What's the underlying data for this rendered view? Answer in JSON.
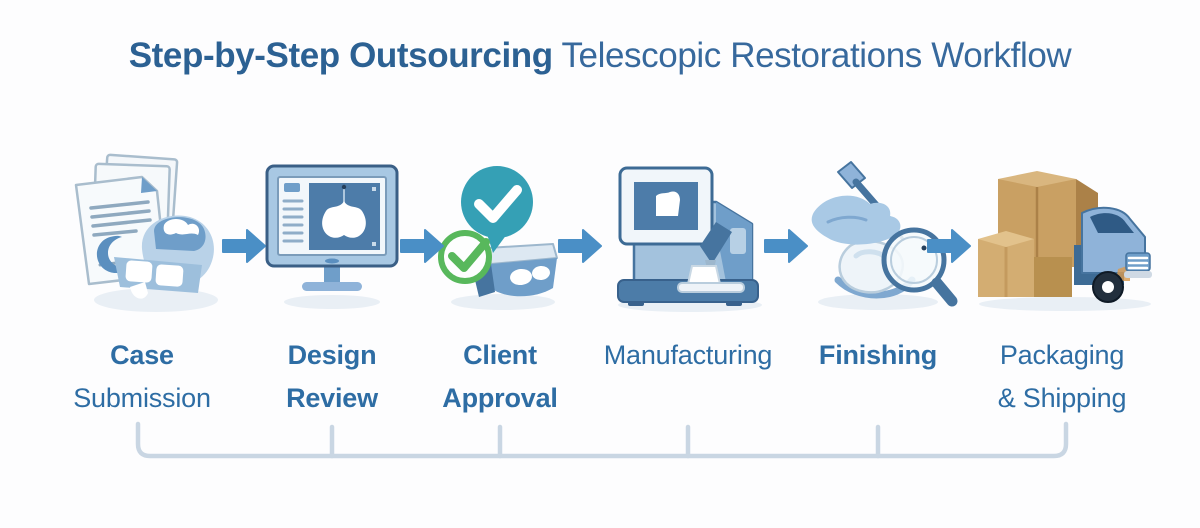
{
  "title": {
    "emphasis": "Step-by-Step Outsourcing",
    "rest": "Telescopic Restorations Workflow"
  },
  "steps": [
    {
      "name": "Case Submission",
      "label_lines": [
        "Case",
        "Submission"
      ],
      "icon": "documents-dental-impression-icon"
    },
    {
      "name": "Design Review",
      "label_lines": [
        "Design",
        "Review"
      ],
      "icon": "cad-monitor-icon"
    },
    {
      "name": "Client Approval",
      "label_lines": [
        "Client",
        "Approval"
      ],
      "icon": "approval-checkmarks-icon"
    },
    {
      "name": "Manufacturing",
      "label_lines": [
        "Manufacturing"
      ],
      "icon": "milling-machine-icon"
    },
    {
      "name": "Finishing",
      "label_lines": [
        "Finishing"
      ],
      "icon": "polish-tool-magnifier-icon"
    },
    {
      "name": "Packaging & Shipping",
      "label_lines": [
        "Packaging",
        "& Shipping"
      ],
      "icon": "boxes-delivery-truck-icon"
    }
  ],
  "connectors": {
    "count": 5,
    "style": "right-arrow"
  },
  "timeline_bracket": {
    "tick_count": 6
  },
  "colors": {
    "background": "#fdfdfe",
    "title_blue": "#2c6193",
    "label_blue": "#2e6da4",
    "arrow_blue": "#4a8fc6",
    "approval_teal": "#35a0b5",
    "approval_green": "#58b85c",
    "box_tan": "#c9a063",
    "bracket_gray_blue": "#c9d6e3"
  }
}
